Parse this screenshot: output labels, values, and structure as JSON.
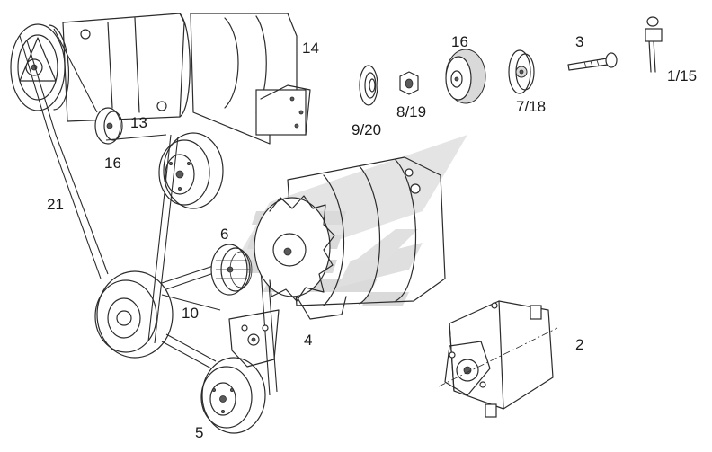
{
  "diagram": {
    "colors": {
      "line": "#2b2b2b",
      "watermark": "#c8c8c8",
      "background": "#ffffff"
    },
    "callouts": {
      "c14": "14",
      "c16_top": "16",
      "c3": "3",
      "c9_20": "9/20",
      "c8_19": "8/19",
      "c7_18": "7/18",
      "c1_15": "1/15",
      "c13": "13",
      "c16_left": "16",
      "c21": "21",
      "c6": "6",
      "c10": "10",
      "c4": "4",
      "c2": "2",
      "c5": "5"
    }
  }
}
